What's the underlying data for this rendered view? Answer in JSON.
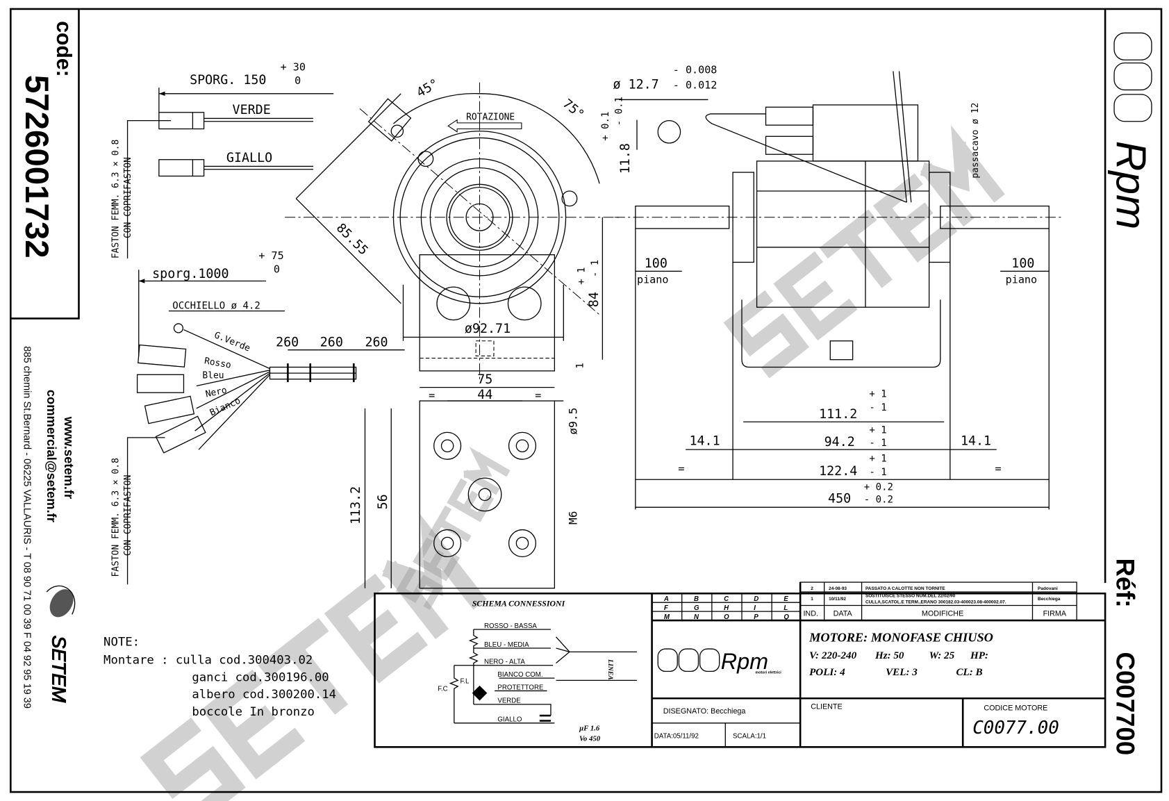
{
  "code_box": {
    "label": "code:",
    "value": "5726001732"
  },
  "contact": {
    "web": "www.setem.fr",
    "email": "commercial@setem.fr",
    "address": "885 chemin St.Bernard  -  06225 VALLAURIS  -  T 08 90 71 00 39   F 04 92 95 19 39",
    "logo_text": "SETEM"
  },
  "brand": {
    "logo_text": "Rpm",
    "logo_sub": "motori elettrici"
  },
  "watermark": "SETEM",
  "wiring": {
    "sporg_150": "SPORG. 150",
    "sporg_150_tol_plus": "+ 30",
    "sporg_150_tol_minus": "0",
    "verde": "VERDE",
    "giallo": "GIALLO",
    "faston_1": "FASTON FEMM. 6.3 × 0.8",
    "faston_1_sub": "CON COPRIFASTON",
    "sporg_1000": "sporg.1000",
    "sporg_1000_tol_plus": "+ 75",
    "sporg_1000_tol_minus": "0",
    "occhiello": "OCCHIELLO ø 4.2",
    "wires": [
      "G.Verde",
      "Rosso",
      "Bleu",
      "Nero",
      "Bianco"
    ],
    "spacing": [
      "260",
      "260",
      "260"
    ],
    "faston_2": "FASTON FEMM. 6.3 × 0.8",
    "faston_2_sub": "CON COPRIFASTON"
  },
  "front_view": {
    "angle_45": "45°",
    "angle_75": "75°",
    "rotation": "ROTAZIONE",
    "diag": "85.55",
    "diameter": "ø92.71",
    "height": "84",
    "height_tol_plus": "+ 1",
    "height_tol_minus": "- 1",
    "base": "1"
  },
  "shaft": {
    "diameter": "ø 12.7",
    "tol_upper": "- 0.008",
    "tol_lower": "- 0.012",
    "flat": "11.8",
    "flat_tol_plus": "+ 0.1",
    "flat_tol_minus": "- 0.1"
  },
  "bracket_view": {
    "width_75": "75",
    "width_44": "44",
    "eq": "=",
    "hole": "ø9.5",
    "thread": "M6",
    "height_113": "113.2",
    "height_56": "56"
  },
  "side_view": {
    "passacavo": "passacavo ø 12",
    "left_flat": "100",
    "left_flat_label": "piano",
    "right_flat": "100",
    "right_flat_label": "piano",
    "d111": "111.2",
    "d111_tol_plus": "+ 1",
    "d111_tol_minus": "- 1",
    "d94": "94.2",
    "d94_tol_plus": "+ 1",
    "d94_tol_minus": "- 1",
    "d14_left": "14.1",
    "d14_right": "14.1",
    "d122": "122.4",
    "d122_tol_plus": "+ 1",
    "d122_tol_minus": "- 1",
    "d450": "450",
    "d450_tol_plus": "+ 0.2",
    "d450_tol_minus": "- 0.2",
    "eq": "="
  },
  "notes": {
    "title": "NOTE:",
    "lines": [
      "Montare  :  culla cod.300403.02",
      "ganci cod.300196.00",
      "albero cod.300200.14",
      "boccole In bronzo"
    ]
  },
  "schematic": {
    "title": "SCHEMA CONNESSIONI",
    "rosso": "ROSSO - BASSA",
    "bleu": "BLEU - MEDIA",
    "nero": "NERO - ALTA",
    "bianco": "BIANCO COM.",
    "protettore": "PROTETTORE",
    "verde": "VERDE",
    "giallo": "GIALLO",
    "fc": "F.C",
    "fl": "F.L",
    "linea": "LINEA",
    "capacitance": "µF 1.6",
    "voltage": "Vo 450"
  },
  "title_block": {
    "grid": [
      [
        "A",
        "B",
        "C",
        "D",
        "E"
      ],
      [
        "F",
        "G",
        "H",
        "I",
        "L"
      ],
      [
        "M",
        "N",
        "O",
        "P",
        "Q"
      ]
    ],
    "title": "MOTORE: MONOFASE CHIUSO",
    "spec_line_1": [
      "V: 220-240",
      "Hz: 50",
      "W: 25",
      "HP:"
    ],
    "spec_line_2": [
      "POLI: 4",
      "VEL: 3",
      "CL: B"
    ],
    "disegnato": "DISEGNATO:   Becchiega",
    "data": "DATA:05/11/92",
    "scala": "SCALA:1/1",
    "cliente": "CLIENTE",
    "codice_label": "CODICE MOTORE",
    "codice": "C0077.00"
  },
  "revisions": {
    "headers": [
      "IND.",
      "DATA",
      "MODIFICHE",
      "FIRMA"
    ],
    "rows": [
      {
        "ind": "2",
        "data": "24-08-93",
        "mod": [
          "PASSATO A CALOTTE NON TORNITE"
        ],
        "firma": "Padovani"
      },
      {
        "ind": "1",
        "data": "10/11/92",
        "mod": [
          "SOSTITUISCE STESSO NUM.DEL 22/02/90",
          "CULLA,SCATOL.E TERM.,ERANO 300182.03-400023.08-400002.07."
        ],
        "firma": "Becchiega"
      }
    ]
  },
  "ref": {
    "label": "Réf:",
    "value": "C007700"
  }
}
